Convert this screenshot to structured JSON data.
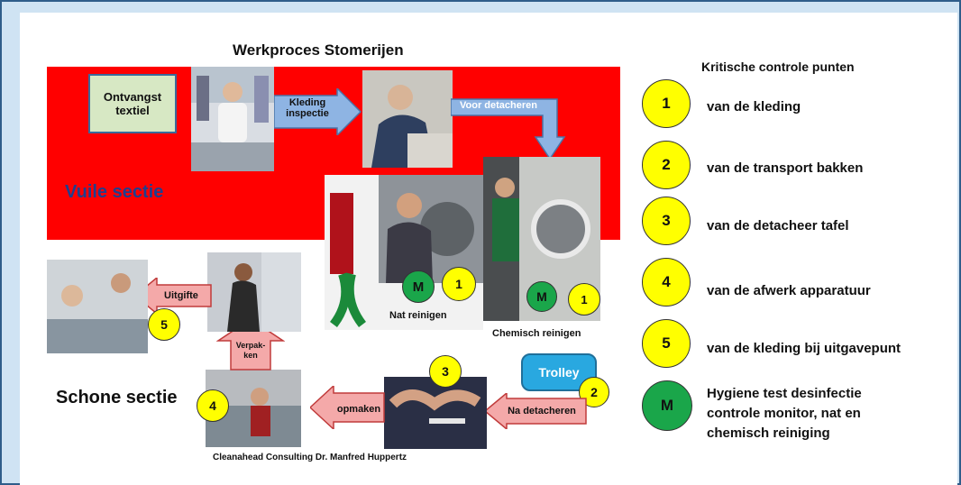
{
  "title": "Werkproces  Stomerijen",
  "vuile_sectie": "Vuile sectie",
  "schone_sectie": "Schone sectie",
  "ontvangst_box": "Ontvangst textiel",
  "arrows": {
    "kleding_inspectie": "Kleding inspectie",
    "voor_detacheren": "Voor detacheren",
    "na_detacheren": "Na detacheren",
    "opmaken": "opmaken",
    "verpakken": "Verpak-ken",
    "uitgifte": "Uitgifte"
  },
  "trolley": "Trolley",
  "captions": {
    "nat_reinigen": "Nat reinigen",
    "chemisch_reinigen": "Chemisch reinigen",
    "credit": "Cleanahead Consulting Dr. Manfred Huppertz"
  },
  "markers": {
    "one": "1",
    "two": "2",
    "three": "3",
    "four": "4",
    "five": "5",
    "m": "M"
  },
  "legend": {
    "heading": "Kritische controle punten",
    "items": [
      {
        "symbol": "1",
        "text": "van de kleding",
        "color": "#ffff00"
      },
      {
        "symbol": "2",
        "text": "van de transport bakken",
        "color": "#ffff00"
      },
      {
        "symbol": "3",
        "text": "van de detacheer tafel",
        "color": "#ffff00"
      },
      {
        "symbol": "4",
        "text": "van de afwerk apparatuur",
        "color": "#ffff00"
      },
      {
        "symbol": "5",
        "text": "van de kleding bij uitgavepunt",
        "color": "#ffff00"
      },
      {
        "symbol": "M",
        "text": "Hygiene test desinfectie controle monitor, nat en chemisch reiniging",
        "color": "#1aa64a"
      }
    ]
  },
  "colors": {
    "dirty_zone": "#ff0000",
    "arrow_blue": "#8eb4e3",
    "arrow_pink": "#f4a9a9",
    "marker_yellow": "#ffff00",
    "marker_green": "#1aa64a"
  }
}
